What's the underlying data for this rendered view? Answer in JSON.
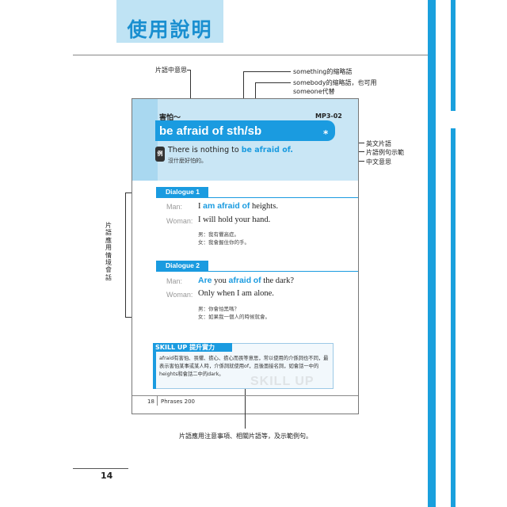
{
  "header": {
    "title": "使用說明"
  },
  "annotations": {
    "chinese_meaning": "片語中意思",
    "something_abbr": "something的縮略語",
    "somebody_abbr_line1": "somebody的縮略語，也可用",
    "somebody_abbr_line2": "someone代替",
    "english_phrase": "英文片語",
    "phrase_example": "片語例句示範",
    "chinese_meaning_right": "中文意思",
    "dialogue_usage_vertical": "片語應用情境會話",
    "bottom_note": "片語應用注意事項、相關片語等，及示範例句。"
  },
  "page": {
    "chinese_heading": "害怕～",
    "audio_track": "MP3-02",
    "phrase": "be afraid of sth/sb",
    "star": "*",
    "example_icon": "例",
    "example_en_pre": "There is nothing to ",
    "example_en_hl": "be afraid of.",
    "example_cn": "沒什麼好怕的。",
    "dialogue1": {
      "label": "Dialogue 1",
      "lines": [
        {
          "speaker": "Man:",
          "pre": "I ",
          "hl1": "am afraid",
          "mid": " ",
          "hl2": "of",
          "post": " heights."
        },
        {
          "speaker": "Woman:",
          "text": "I will hold your hand."
        }
      ],
      "translation": [
        "男：我有懼高症。",
        "女：我會握住你的手。"
      ]
    },
    "dialogue2": {
      "label": "Dialogue 2",
      "lines": [
        {
          "speaker": "Man:",
          "hl1": "Are",
          "mid1": " you ",
          "hl2": "afraid",
          "mid2": " ",
          "hl3": "of",
          "post": " the dark?"
        },
        {
          "speaker": "Woman:",
          "text": "Only when I am alone."
        }
      ],
      "translation": [
        "男：你會怕黑嗎？",
        "女：如果我一個人的時候就會。"
      ]
    },
    "skill_up": {
      "heading": "SKILL UP 提升實力",
      "body": "afraid有害怕、畏懼、擔心、擔心而畏等意思，常以使用的介係詞也不同，最表示害怕某事或某人時，介係詞就使用of，且後面接名詞，如會話一中的heights和會話二中的dark。",
      "watermark": "SKILL UP"
    },
    "footer": {
      "page_number": "18",
      "book_title": "Phrases 200"
    }
  },
  "page_number": "14"
}
